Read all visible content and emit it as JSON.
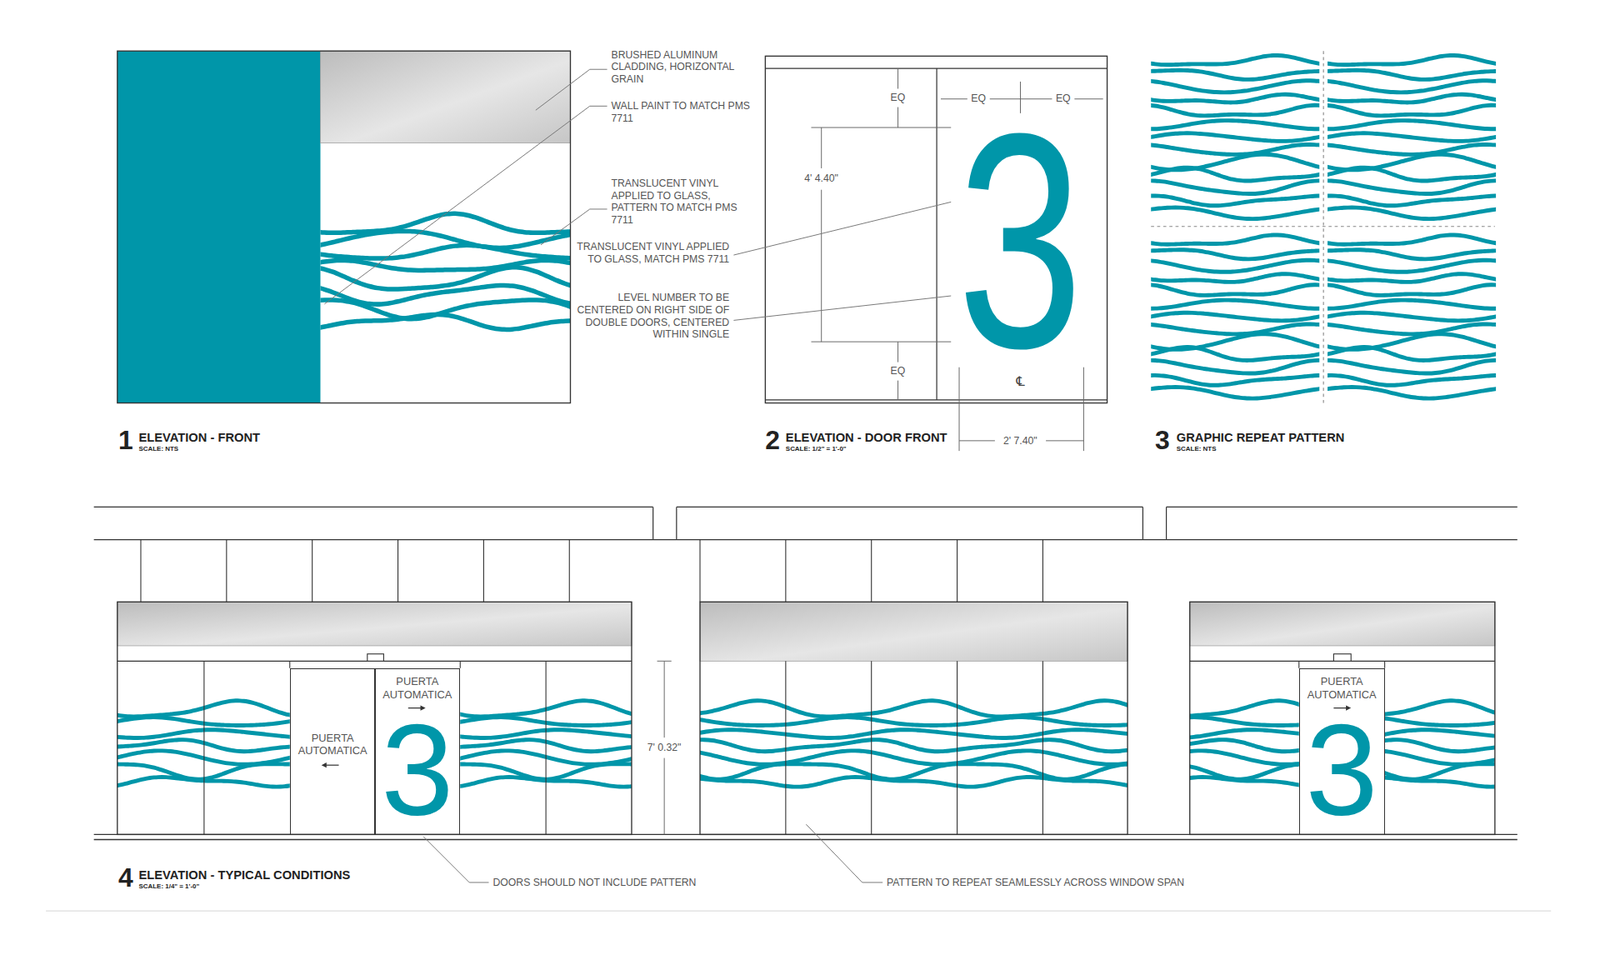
{
  "diagram": {
    "nodes": [
      {
        "text": [
          "PUERTA AUTOMATICA"
        ]
      },
      {
        "text": [
          "PUERTA AUTOMATICA",
          "3"
        ]
      },
      {
        "text": [
          "PUERTA AUTOMATICA",
          "3"
        ]
      }
    ],
    "labels": [
      "BRUSHED ALUMINUM CLADDING, HORIZONTAL GRAIN",
      "WALL PAINT TO MATCH PMS 7711",
      "TRANSLUCENT VINYL APPLIED TO GLASS, PATTERN TO MATCH PMS 7711",
      "TRANSLUCENT VINYL APPLIED TO GLASS, MATCH PMS 7711",
      "LEVEL NUMBER TO BE CENTERED ON RIGHT SIDE OF DOUBLE DOORS, CENTERED WITHIN SINGLE",
      "EQ",
      "EQ",
      "EQ",
      "4' 4.40\"",
      "3",
      "EQ",
      "℄",
      "2' 7.40\"",
      "1",
      "ELEVATION - FRONT",
      "SCALE: NTS",
      "2",
      "ELEVATION - DOOR FRONT",
      "SCALE: 1/2\" = 1'-0\"",
      "3",
      "GRAPHIC REPEAT PATTERN",
      "SCALE: NTS",
      "7' 0.32\"",
      "4",
      "ELEVATION - TYPICAL CONDITIONS",
      "SCALE: 1/4\" = 1'-0\"",
      "DOORS SHOULD NOT INCLUDE PATTERN",
      "PATTERN TO REPEAT SEAMLESSLY ACROSS WINDOW SPAN"
    ]
  }
}
